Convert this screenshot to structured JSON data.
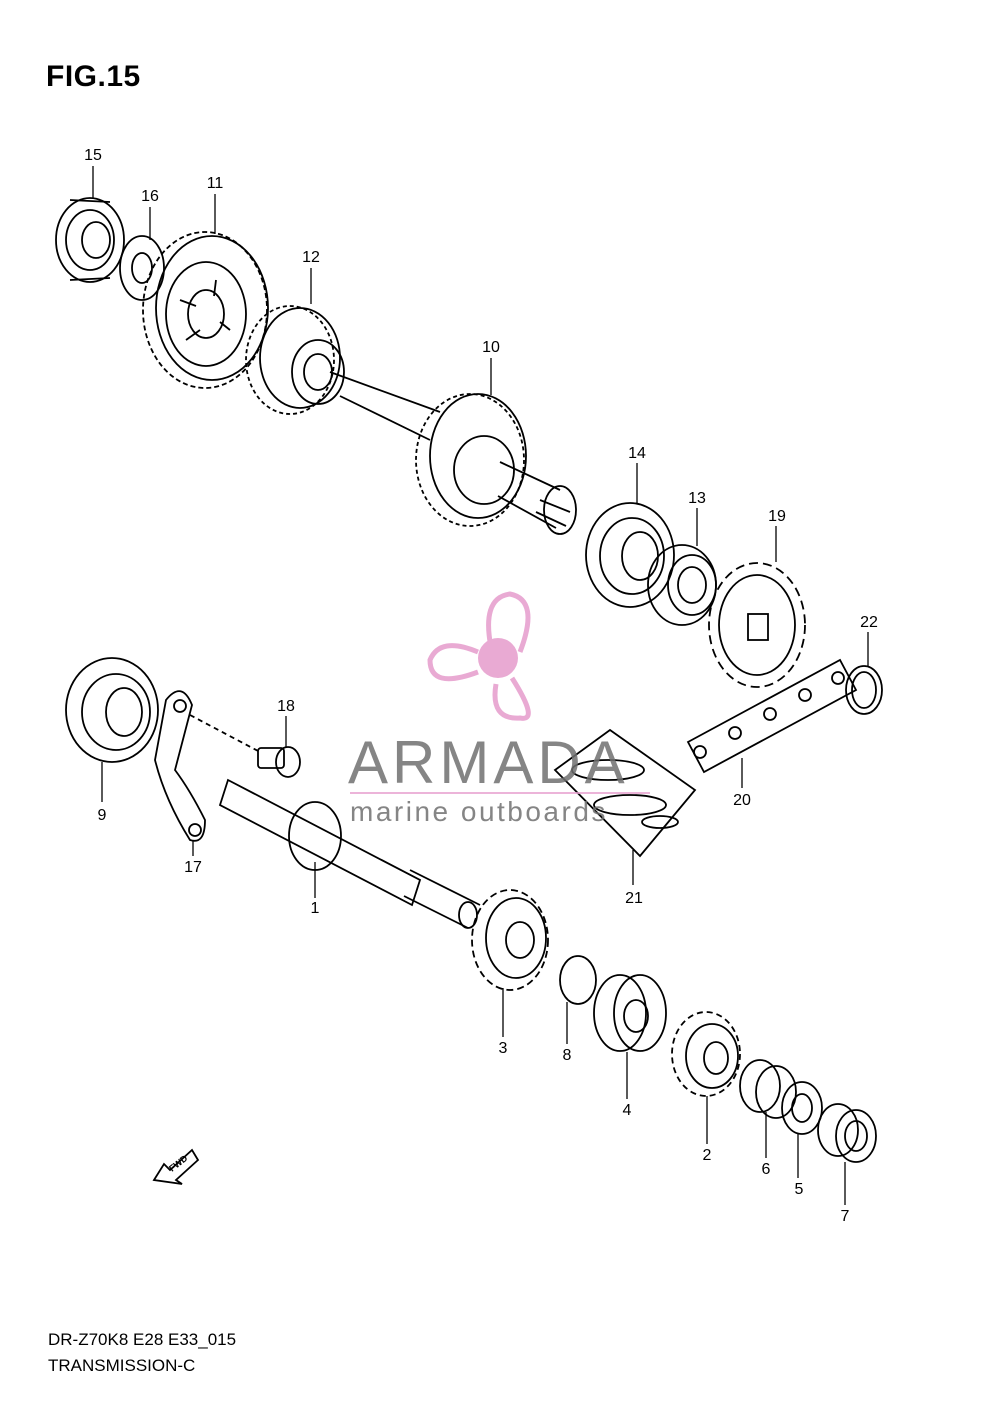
{
  "figure": {
    "title": "FIG.15",
    "model_code": "DR-Z70K8 E28 E33_015",
    "section": "TRANSMISSION-C"
  },
  "watermark": {
    "name": "ARMADA",
    "tagline": "marine outboards",
    "accent_color": "#e7a1cf"
  },
  "direction_marker": {
    "label": "FWD",
    "icon": "fwd-arrow-icon"
  },
  "callouts": [
    "1",
    "2",
    "3",
    "4",
    "5",
    "6",
    "7",
    "8",
    "9",
    "10",
    "11",
    "12",
    "13",
    "14",
    "15",
    "16",
    "17",
    "18",
    "19",
    "20",
    "21",
    "22"
  ]
}
